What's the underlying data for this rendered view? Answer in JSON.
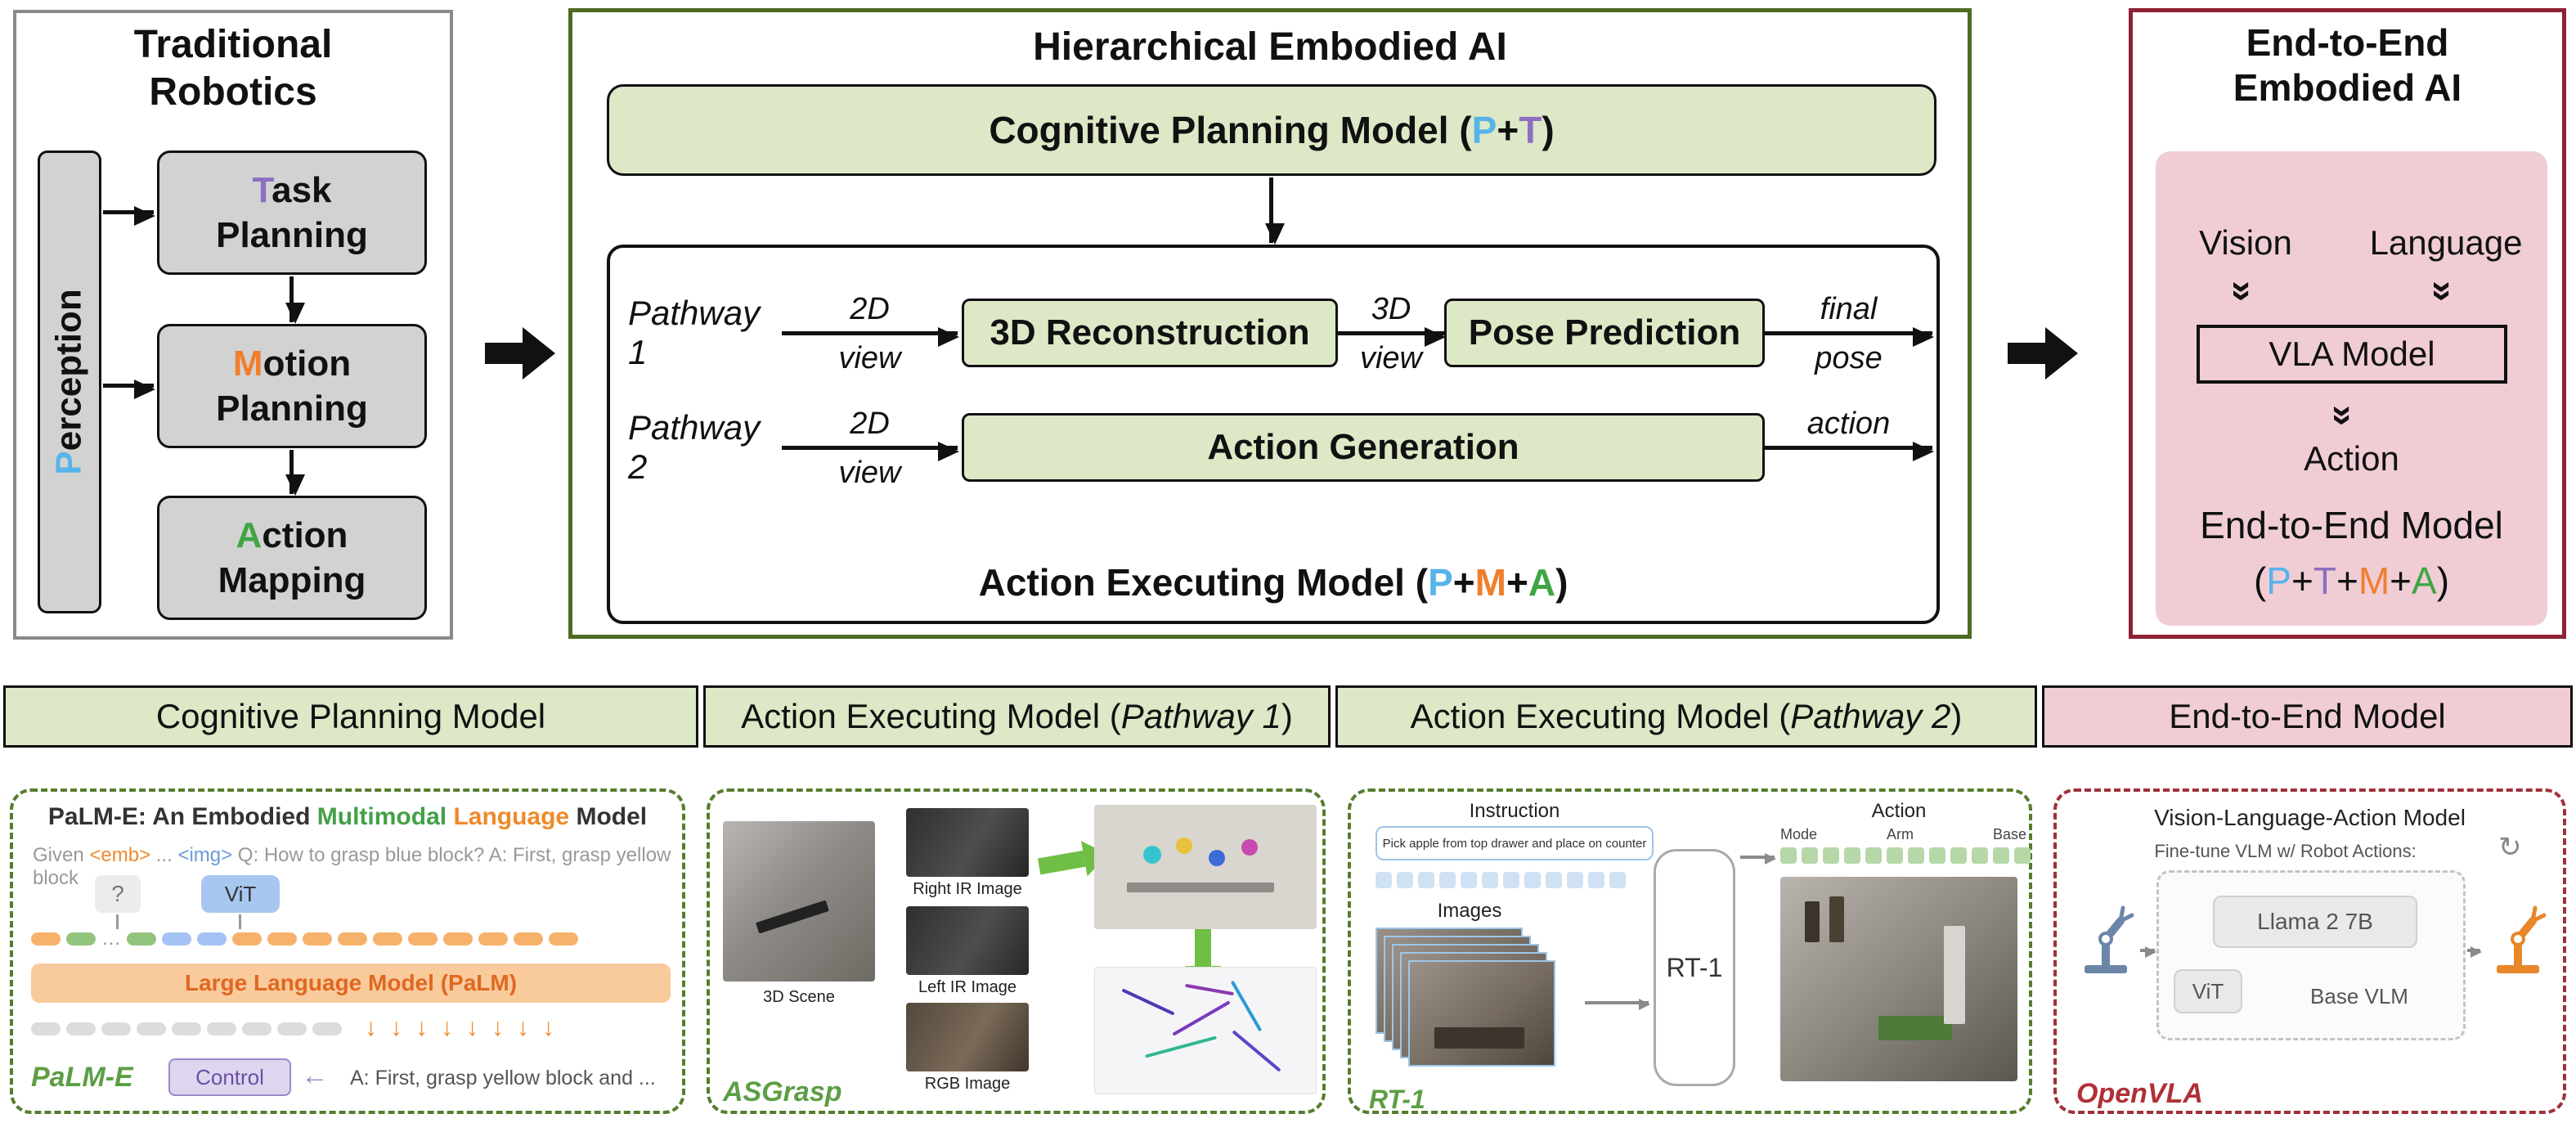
{
  "colors": {
    "p_blue": "#56b4e9",
    "t_purple": "#8d6fc0",
    "m_orange": "#f07f2d",
    "a_green": "#3fa544"
  },
  "traditional": {
    "title_line1": "Traditional",
    "title_line2": "Robotics",
    "perception": {
      "first": "P",
      "rest": "erception"
    },
    "task": {
      "first": "T",
      "rest": "ask",
      "line2": "Planning"
    },
    "motion": {
      "first": "M",
      "rest": "otion",
      "line2": "Planning"
    },
    "action": {
      "first": "A",
      "rest": "ction",
      "line2": "Mapping"
    }
  },
  "hierarchical": {
    "title": "Hierarchical Embodied AI",
    "cpm_label": "Cognitive Planning Model (",
    "p": "P",
    "plus": "+",
    "t": "T",
    "m": "M",
    "a": "A",
    "close": ")",
    "aem_label": "Action Executing Model (",
    "pathway1": {
      "name": "Pathway 1",
      "in_top": "2D",
      "in_bot": "view",
      "box1": "3D Reconstruction",
      "mid_top": "3D",
      "mid_bot": "view",
      "box2": "Pose Prediction",
      "out_top": "final",
      "out_bot": "pose"
    },
    "pathway2": {
      "name": "Pathway 2",
      "in_top": "2D",
      "in_bot": "view",
      "box": "Action Generation",
      "out_top": "action"
    }
  },
  "end2end": {
    "title_line1": "End-to-End",
    "title_line2": "Embodied AI",
    "vision": "Vision",
    "language": "Language",
    "chevron": "»",
    "vla": "VLA Model",
    "action": "Action",
    "model": "End-to-End Model",
    "paren": {
      "open": "(",
      "p": "P",
      "t": "T",
      "m": "M",
      "a": "A",
      "plus": "+",
      "close": ")"
    }
  },
  "band": {
    "h1": "Cognitive Planning Model",
    "h2_pre": "Action Executing Model (",
    "h2_italic": "Pathway 1",
    "h2_close": ")",
    "h3_pre": "Action Executing Model (",
    "h3_italic": "Pathway 2",
    "h3_close": ")",
    "h4": "End-to-End Model"
  },
  "palme": {
    "title_pre": "PaLM-E: An Embodied ",
    "title_mm": "Multimodal",
    "title_sp": " ",
    "title_lang": "Language",
    "title_post": " Model",
    "given_pre": "Given ",
    "given_emb": "<emb>",
    "given_dots": " ... ",
    "given_img": "<img>",
    "given_post": " Q: How to grasp blue block? A: First, grasp yellow block",
    "qbox": "?",
    "vit": "ViT",
    "llm_bar": "Large Language Model (PaLM)",
    "name": "PaLM-E",
    "control": "Control",
    "arrow": "←",
    "answer": "A: First, grasp yellow block and ...",
    "tokens_in": [
      "#f6b26b",
      "#93c47d",
      "…",
      "#93c47d",
      "#a4c2f4",
      "#a4c2f4",
      "#f6b26b",
      "#f6b26b",
      "#f6b26b",
      "#f6b26b",
      "#f6b26b",
      "#f6b26b",
      "#f6b26b",
      "#f6b26b",
      "#f6b26b",
      "#f6b26b"
    ],
    "tokens_out": [
      "#dcdcdc",
      "#dcdcdc",
      "#dcdcdc",
      "#dcdcdc",
      "#dcdcdc",
      "#dcdcdc",
      "#dcdcdc",
      "#dcdcdc",
      "#dcdcdc"
    ],
    "down_arrows": [
      "↓",
      "↓",
      "↓",
      "↓",
      "↓",
      "↓",
      "↓",
      "↓"
    ]
  },
  "asgrasp": {
    "scene": "3D Scene",
    "right_ir": "Right IR Image",
    "left_ir": "Left IR Image",
    "rgb": "RGB Image",
    "name": "ASGrasp"
  },
  "rt1": {
    "instruction_label": "Instruction",
    "instruction": "Pick apple from top drawer and place on counter",
    "images_label": "Images",
    "model": "RT-1",
    "action_label": "Action",
    "mode": "Mode",
    "arm": "Arm",
    "base": "Base",
    "name": "RT-1",
    "instr_tokens": [
      "#cfe2f3",
      "#cfe2f3",
      "#cfe2f3",
      "#cfe2f3",
      "#cfe2f3",
      "#cfe2f3",
      "#cfe2f3",
      "#cfe2f3",
      "#cfe2f3",
      "#cfe2f3",
      "#cfe2f3",
      "#cfe2f3"
    ],
    "action_tokens": [
      "#b6d7a8",
      "#b6d7a8",
      "#b6d7a8",
      "#b6d7a8",
      "#b6d7a8",
      "#b6d7a8",
      "#b6d7a8",
      "#b6d7a8",
      "#b6d7a8",
      "#b6d7a8",
      "#b6d7a8",
      "#b6d7a8"
    ]
  },
  "openvla": {
    "title": "Vision-Language-Action Model",
    "subtitle": "Fine-tune VLM w/ Robot Actions:",
    "refresh_icon": "↻",
    "llama": "Llama 2 7B",
    "vit": "ViT",
    "base_vlm": "Base VLM",
    "name": "OpenVLA"
  }
}
